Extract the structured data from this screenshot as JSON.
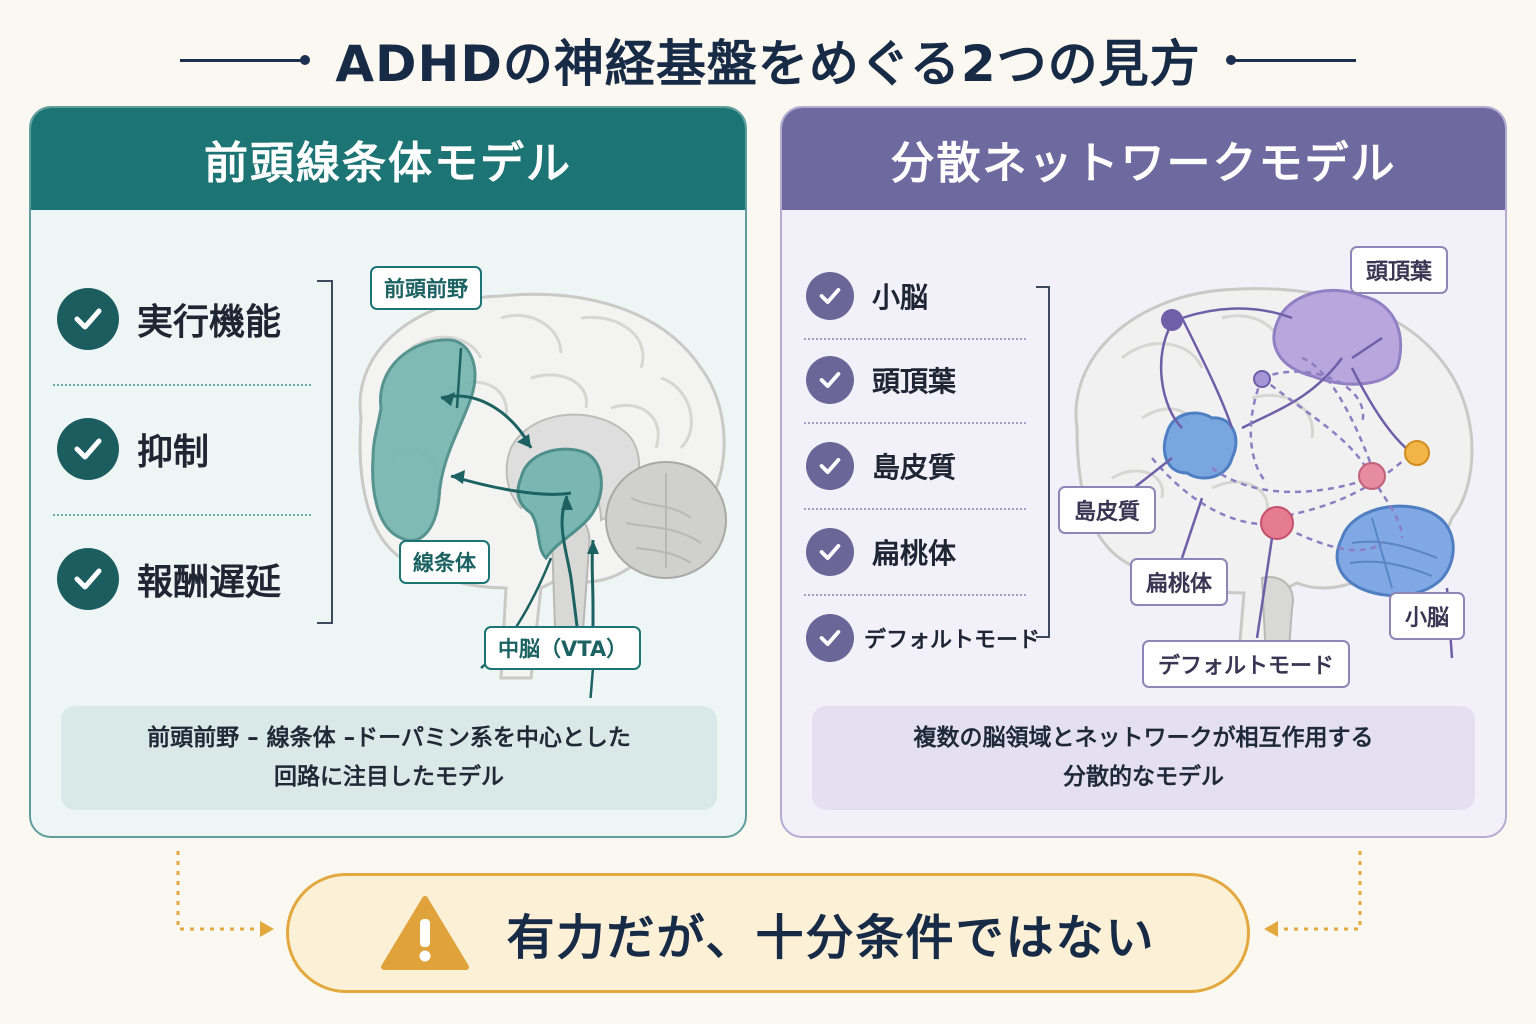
{
  "title": "ADHDの神経基盤をめぐる2つの見方",
  "left_panel": {
    "header": "前頭線条体モデル",
    "items": [
      {
        "label": "実行機能"
      },
      {
        "label": "抑制"
      },
      {
        "label": "報酬遅延"
      }
    ],
    "regions": {
      "pfc": "前頭前野",
      "striatum": "線条体",
      "midbrain": "中脳（VTA）"
    },
    "summary_line1": "前頭前野 – 線条体 –ドーパミン系を中心とした",
    "summary_line2": "回路に注目したモデル"
  },
  "right_panel": {
    "header": "分散ネットワークモデル",
    "items": [
      {
        "label": "小脳"
      },
      {
        "label": "頭頂葉"
      },
      {
        "label": "島皮質"
      },
      {
        "label": "扁桃体"
      },
      {
        "label": "デフォルトモード"
      }
    ],
    "regions": {
      "parietal": "頭頂葉",
      "insula": "島皮質",
      "amygdala": "扁桃体",
      "dmn": "デフォルトモード",
      "cerebellum": "小脳"
    },
    "summary_line1": "複数の脳領域とネットワークが相互作用する",
    "summary_line2": "分散的なモデル"
  },
  "conclusion": "有力だが、十分条件ではない",
  "colors": {
    "teal": "#1c7474",
    "purple": "#6e6a9f",
    "warning": "#e3a83e"
  }
}
